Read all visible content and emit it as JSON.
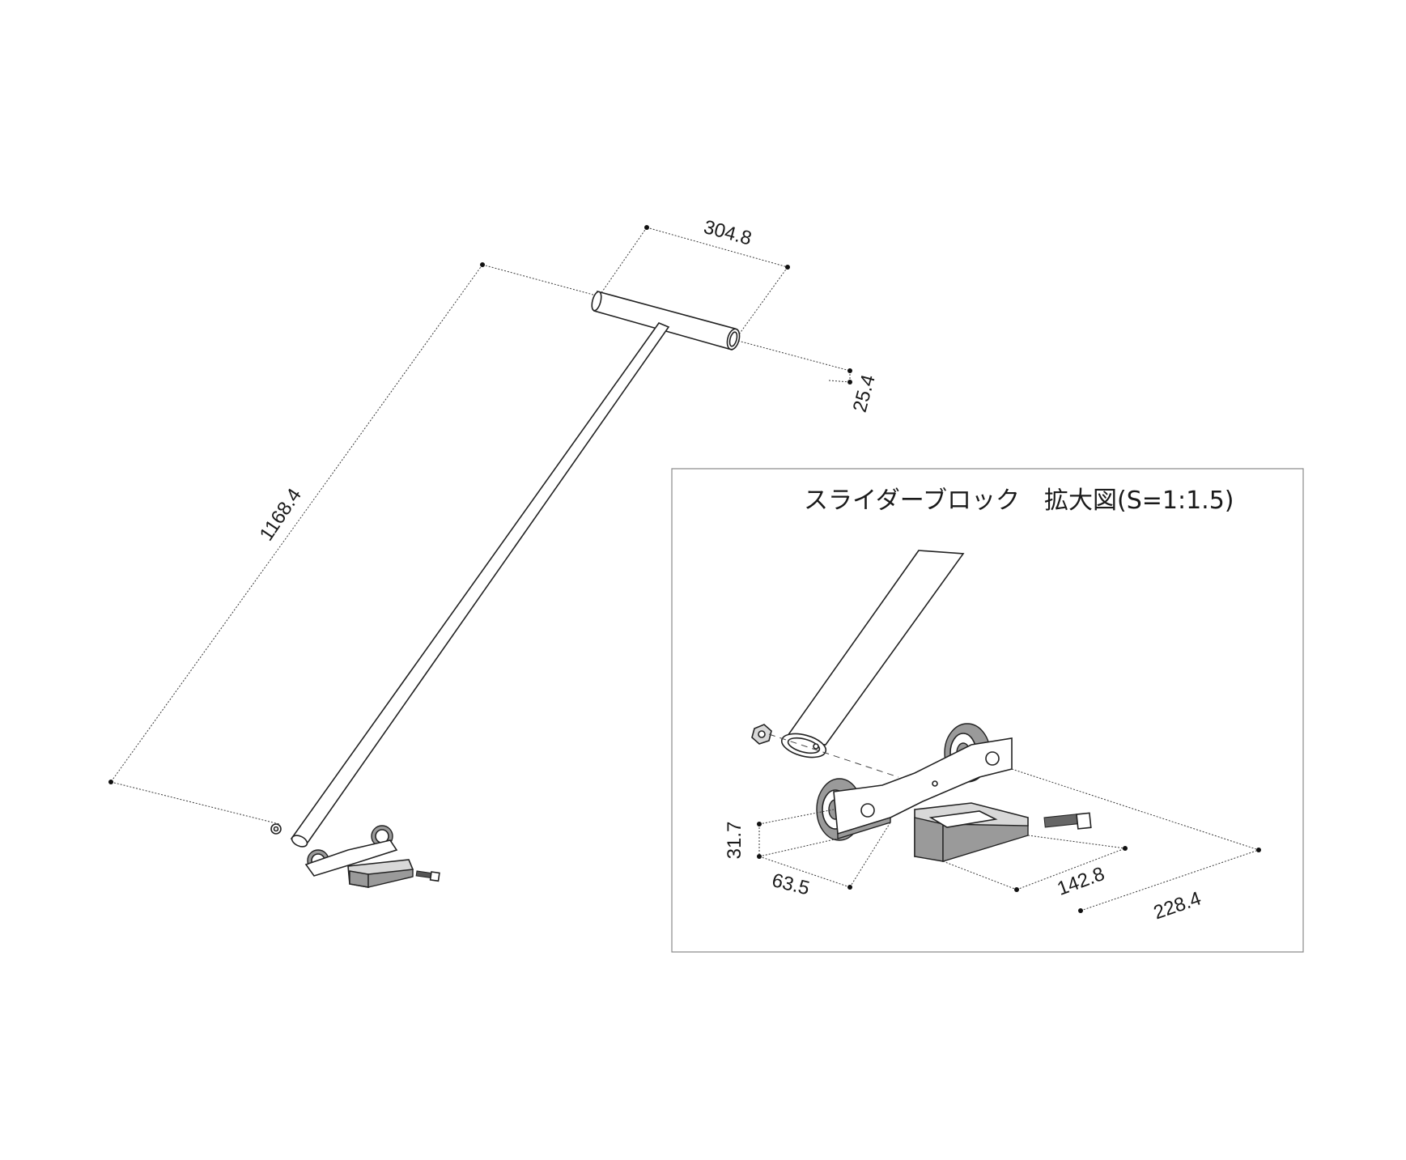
{
  "inset": {
    "title": "スライダーブロック　拡大図(S=1:1.5)"
  },
  "dimensions": {
    "handle_width": "304.8",
    "tube_diameter": "25.4",
    "overall_length": "1168.4",
    "block_height": "31.7",
    "block_depth": "63.5",
    "block_inner": "142.8",
    "block_width": "228.4"
  },
  "colors": {
    "line": "#222222",
    "hatch": "#9a9a9a",
    "frame": "#888888"
  }
}
